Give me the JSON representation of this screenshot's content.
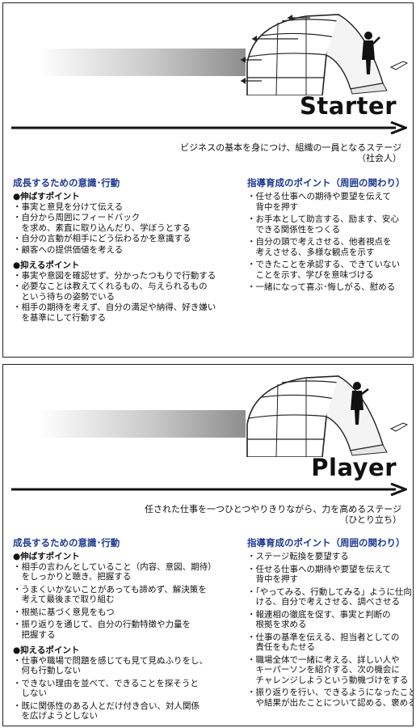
{
  "stages": [
    {
      "title": "Starter",
      "description": [
        "ビジネスの基本を身につけ、組織の一員となるステージ",
        "（社会人）"
      ],
      "left": {
        "heading": "成長するための意識･行動",
        "group1_title": "●伸ばすポイント",
        "group1_items": [
          [
            "・事実と意見を分けて伝える"
          ],
          [
            "・自分から周囲にフィードバック",
            "　を求め、素直に取り込んだり、学ぼうとする"
          ],
          [
            "・自分の言動が相手にどう伝わるかを意識する"
          ],
          [
            "・顧客への提供価値を考える"
          ]
        ],
        "group2_title": "●抑えるポイント",
        "group2_items": [
          [
            "・事実や意図を確認せず、分かったつもりで行動する"
          ],
          [
            "・必要なことは教えてくれるもの、与えられるもの",
            "　という待ちの姿勢でいる"
          ],
          [
            "・相手の期待を考えず、自分の満足や納得、好き嫌い",
            "　を基準にして行動する"
          ]
        ]
      },
      "right": {
        "heading": "指導育成のポイント（周囲の関わり）",
        "items": [
          [
            "・任せる仕事への期待や要望を伝えて",
            "　背中を押す"
          ],
          [
            "・お手本として助言する、励ます、安心",
            "　できる関係性をつくる"
          ],
          [
            "・自分の頭で考えさせる、他者視点を",
            "　考えさせる、多様な観点を示す"
          ],
          [
            "・できたことを承認する、できていない",
            "　ことを示す、学びを意味づける"
          ],
          [
            "・一緒になって喜ぶ･悔しがる、慰める"
          ]
        ]
      }
    },
    {
      "title": "Player",
      "description": [
        "任された仕事を一つひとつやりきりながら、力を高めるステージ",
        "（ひとり立ち）"
      ],
      "left": {
        "heading": "成長するための意識･行動",
        "group1_title": "●伸ばすポイント",
        "group1_items": [
          [
            "・相手の言わんとしていること（内容、意図、期待）",
            "　をしっかりと聴き、把握する"
          ],
          [
            "・うまくいかないことがあっても諦めず、解決策を",
            "　考えて最後まで取り組む"
          ],
          [
            "・根拠に基づく意見をもつ"
          ],
          [
            "・振り返りを通じて、自分の行動特徴や力量を",
            "　把握する"
          ]
        ],
        "group2_title": "●抑えるポイント",
        "group2_items": [
          [
            "・仕事や職場で問題を感じても見て見ぬふりをし、",
            "　何も行動しない"
          ],
          [
            "・できない理由を並べて、できることを探そうと",
            "　しない"
          ],
          [
            "・既に関係性のある人とだけ付き合い、対人関係",
            "　を広げようとしない"
          ]
        ]
      },
      "right": {
        "heading": "指導育成のポイント（周囲の関わり）",
        "items": [
          [
            "・ステージ転換を要望する"
          ],
          [
            "・任せる仕事への期待や要望を伝えて",
            "　背中を押す"
          ],
          [
            "・「やってみる、行動してみる」ように仕向",
            "　ける、自分で考えさせる、調べさせる"
          ],
          [
            "・報連相の徹底を促す、事実と判断の",
            "　根拠を求める"
          ],
          [
            "・仕事の基準を伝える、担当者としての",
            "　責任をもたせる"
          ],
          [
            "・職場全体で一緒に考える、詳しい人や",
            "　キーパーソンを紹介する、次の機会に",
            "　チャレンジしようという動機づけをする"
          ],
          [
            "・振り返りを行い、できるようになったこと",
            "　や結果が出たことについて認める、褒める"
          ]
        ]
      }
    }
  ]
}
